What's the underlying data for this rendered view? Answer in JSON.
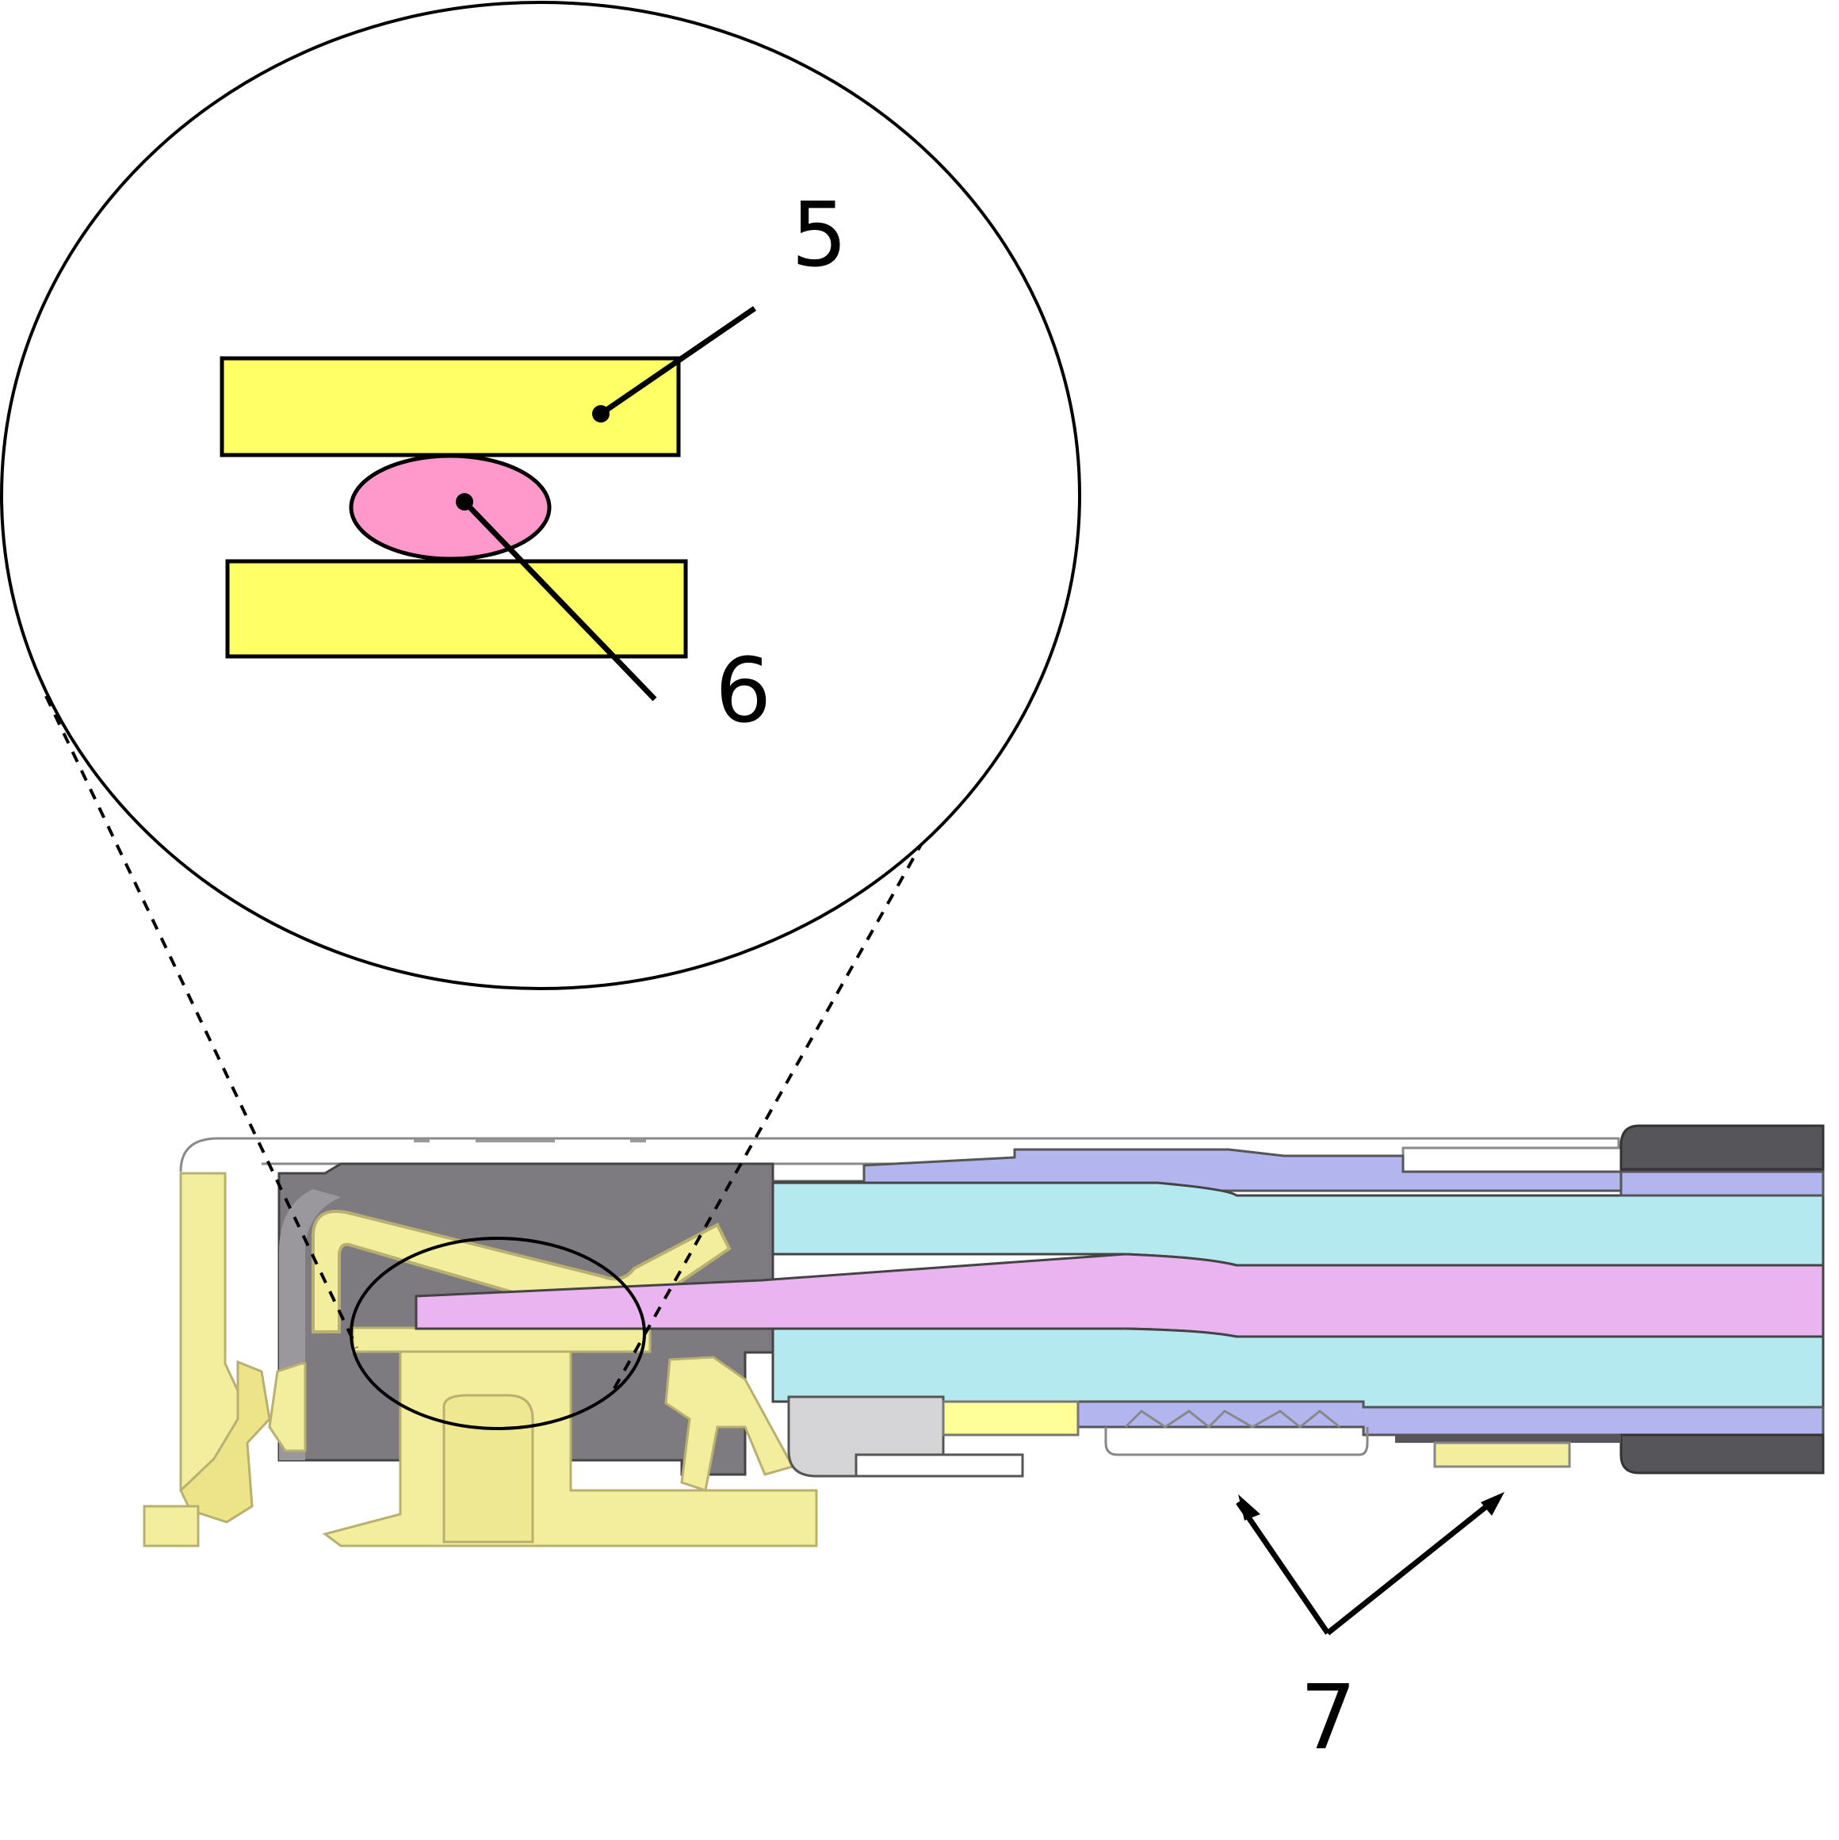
{
  "labels": {
    "five": "5",
    "six": "6",
    "seven": "7"
  },
  "colors": {
    "conductor_yellow": "#ffff66",
    "contact_pink": "#ff99cc",
    "pale_yellow": "#f3ee9e",
    "housing_gray": "#7d7b80",
    "dark_gray": "#55555a",
    "cable_cyan": "#b4e9ef",
    "cable_violet": "#e9b4ef",
    "cable_lavender": "#b3b5ef",
    "outline": "#000000"
  }
}
